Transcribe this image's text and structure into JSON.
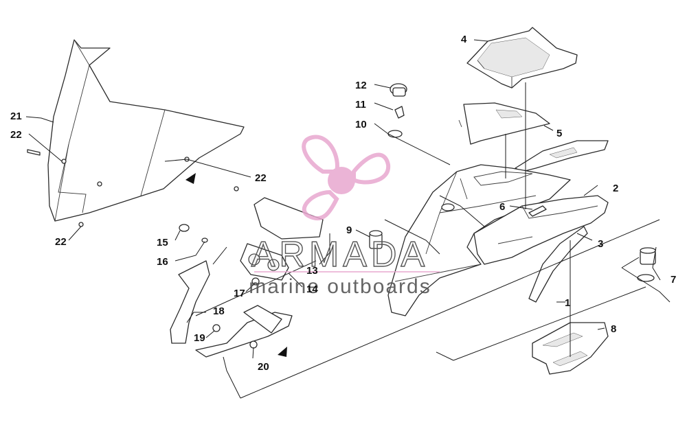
{
  "callouts": {
    "c1": "1",
    "c2": "2",
    "c3": "3",
    "c4": "4",
    "c5": "5",
    "c6": "6",
    "c7": "7",
    "c8": "8",
    "c9": "9",
    "c10": "10",
    "c11": "11",
    "c12": "12",
    "c13": "13",
    "c14": "14",
    "c15": "15",
    "c16": "16",
    "c17": "17",
    "c18": "18",
    "c19": "19",
    "c20": "20",
    "c21": "21",
    "c22a": "22",
    "c22b": "22",
    "c22c": "22"
  },
  "watermark": {
    "brand": "ARMADA",
    "tagline": "marine outboards",
    "brand_color": "#555555",
    "logo_color": "#e8a7cf"
  }
}
